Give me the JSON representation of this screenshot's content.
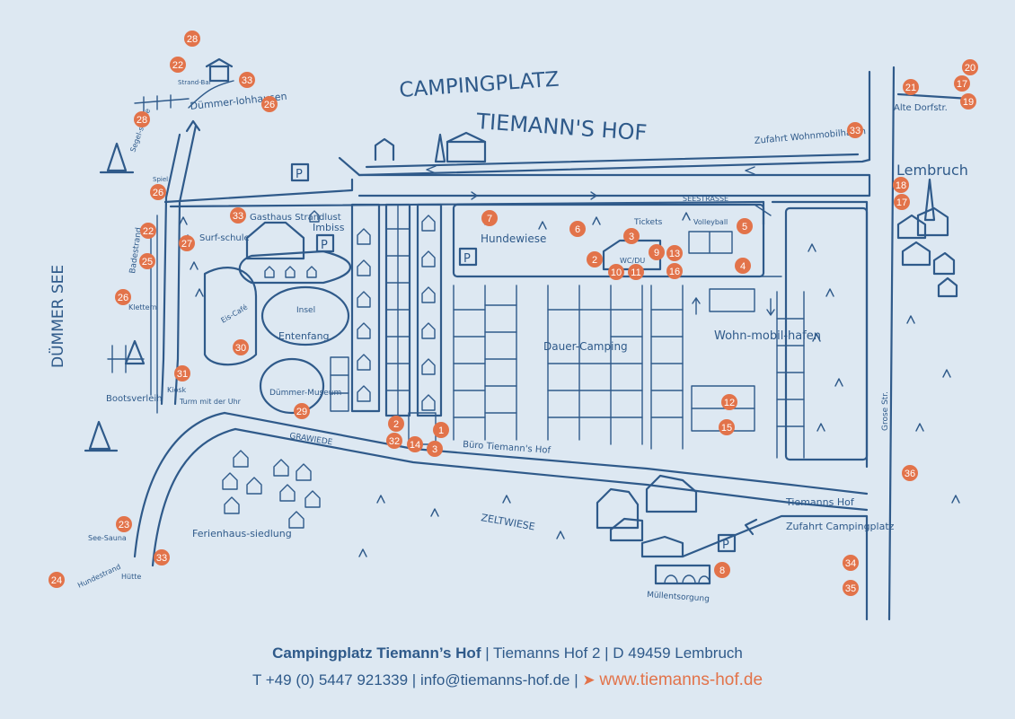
{
  "title_line1": "CAMPINGPLATZ",
  "title_line2": "TIEMANN'S HOF",
  "labels": {
    "duemmer_see": "DÜMMER SEE",
    "duemmerlohhausen": "Dümmer-lohhausen",
    "strandbar": "Strand-Bar",
    "segelschule": "Segel-schule",
    "spielplatz": "Spiel",
    "badestrand": "Badestrand",
    "klettern": "Klettern",
    "bootsverleih": "Bootsverleih",
    "kiosk": "Kiosk",
    "turm": "Turm mit der Uhr",
    "see_sauna": "See-Sauna",
    "hundestrand": "Hundestrand",
    "huette": "Hütte",
    "surfschule": "Surf-schule",
    "gasthaus": "Gasthaus Strandlust",
    "imbiss": "Imbiss",
    "eis_cafe": "Eis-Café",
    "insel": "Insel",
    "entenfang": "Entenfang",
    "duemmer_museum": "Dümmer-Museum",
    "ferienhaus": "Ferienhaus-siedlung",
    "hundewiese": "Hundewiese",
    "tickets": "Tickets",
    "wc_du": "WC/DU",
    "volleyball": "Volleyball",
    "seestrasse": "SEESTRASSE",
    "dauer_camping": "Dauer-Camping",
    "wohnmobilhafen": "Wohn-mobil-hafen",
    "buero": "Büro Tiemann's Hof",
    "grawiede": "GRAWIEDE",
    "zeltwiese": "ZELTWIESE",
    "tiemanns_hof": "Tiemanns Hof",
    "zufahrt_camping": "Zufahrt Campingplatz",
    "zufahrt_wohnmobil": "Zufahrt Wohnmobilhafen",
    "muellentsorgung": "Müllentsorgung",
    "lembruch": "Lembruch",
    "alte_dorfstr": "Alte Dorfstr.",
    "grose_str": "Grose Str.",
    "parking": "P"
  },
  "markers": [
    "28",
    "22",
    "33",
    "26",
    "28",
    "26",
    "22",
    "25",
    "26",
    "30",
    "31",
    "23",
    "33",
    "24",
    "33",
    "27",
    "29",
    "7",
    "6",
    "3",
    "2",
    "9",
    "13",
    "5",
    "4",
    "10",
    "11",
    "16",
    "12",
    "15",
    "2",
    "1",
    "32",
    "14",
    "3",
    "8",
    "34",
    "35",
    "36",
    "33",
    "21",
    "20",
    "17",
    "19",
    "18",
    "17"
  ],
  "footer": {
    "name": "Campingplatz Tiemann’s Hof",
    "address": " | Tiemanns Hof 2 | D 49459 Lembruch",
    "contact": "T +49 (0) 5447 921339 | info@tiemanns-hof.de | ",
    "arrow": "➤",
    "url": "www.tiemanns-hof.de"
  },
  "colors": {
    "ink": "#2f5a8a",
    "marker": "#e2734a",
    "background": "#dde8f2"
  }
}
